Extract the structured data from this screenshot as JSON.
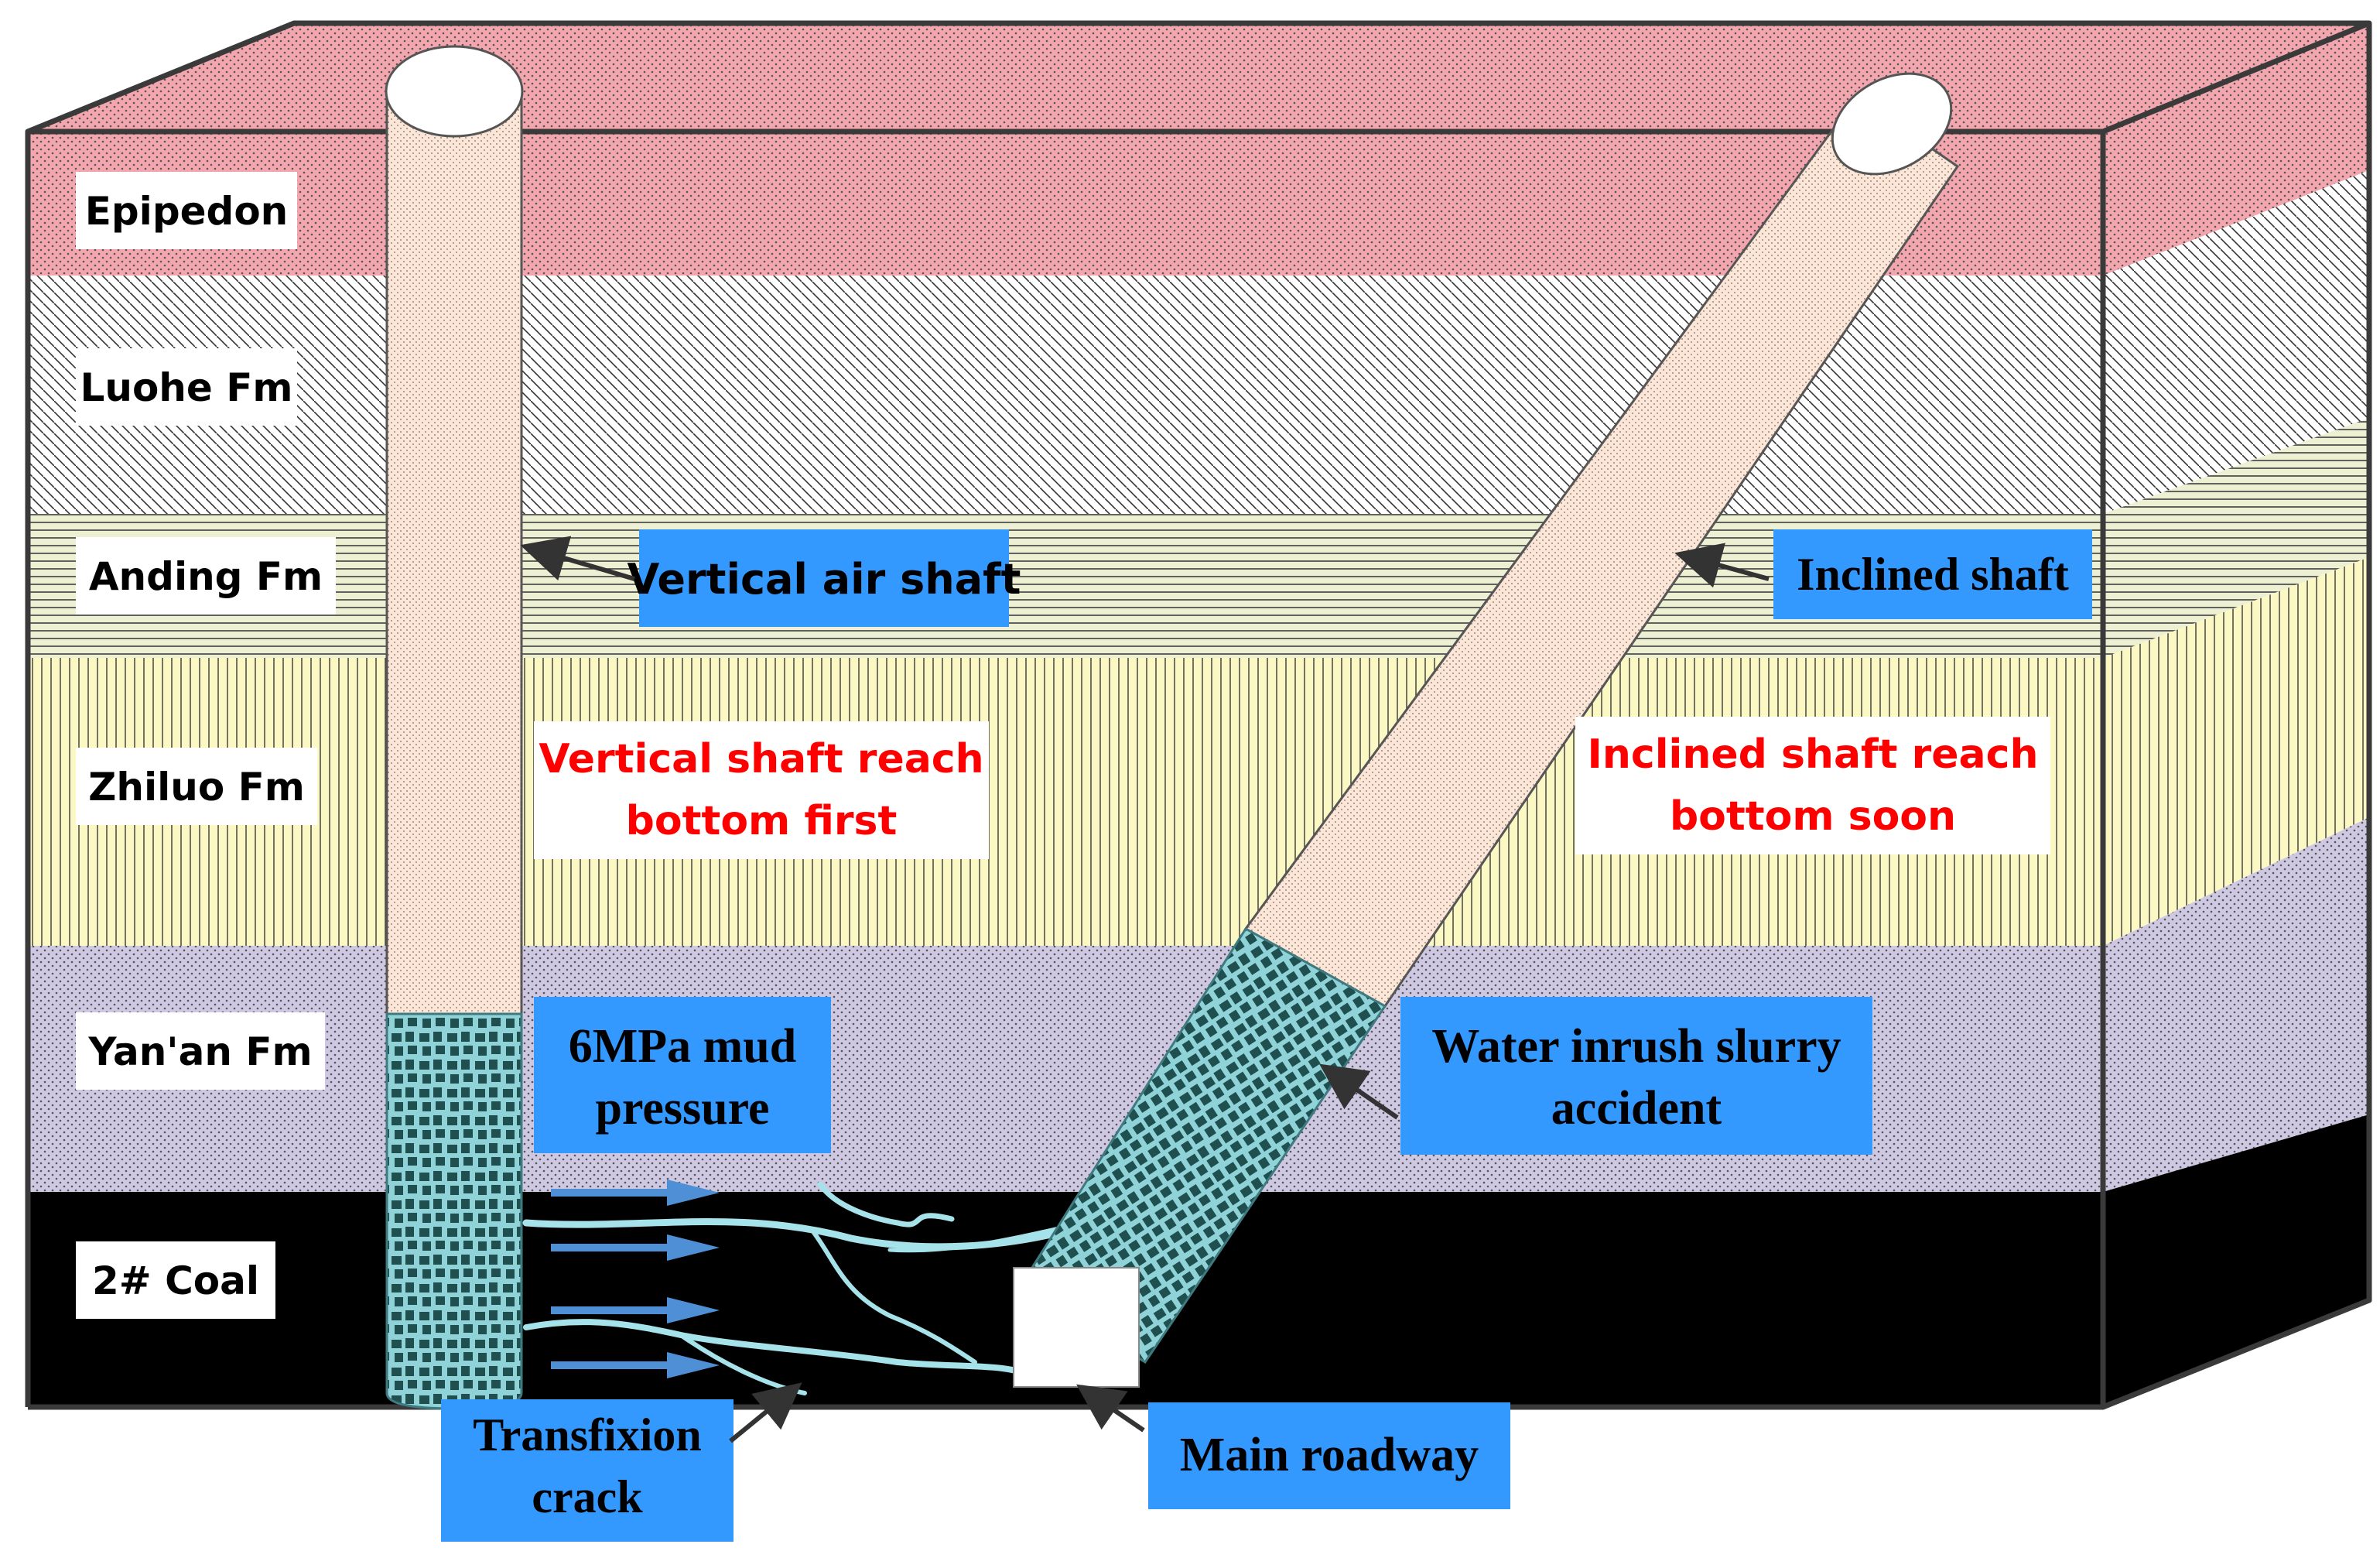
{
  "layers": [
    {
      "label": "Epipedon",
      "pattern": "dots",
      "color": "#f4a6ae"
    },
    {
      "label": "Luohe Fm",
      "pattern": "diagonal-hatch",
      "color": "#ffffff"
    },
    {
      "label": "Anding Fm",
      "pattern": "horizontal-lines",
      "color": "#eef0d4"
    },
    {
      "label": "Zhiluo Fm",
      "pattern": "vertical-lines",
      "color": "#fbf8c4"
    },
    {
      "label": "Yan'an Fm",
      "pattern": "dots",
      "color": "#cfc8e2"
    },
    {
      "label": "2# Coal",
      "pattern": "solid",
      "color": "#000000"
    }
  ],
  "callouts": {
    "vertical_air_shaft": "Vertical air shaft",
    "inclined_shaft": "Inclined shaft",
    "mud_pressure_line1": "6MPa mud",
    "mud_pressure_line2": "pressure",
    "water_inrush_line1": "Water inrush slurry",
    "water_inrush_line2": "accident",
    "transfixion_line1": "Transfixion",
    "transfixion_line2": "crack",
    "main_roadway": "Main roadway"
  },
  "notes": {
    "vertical_reach_line1": "Vertical shaft reach",
    "vertical_reach_line2": "bottom first",
    "inclined_reach_line1": "Inclined shaft reach",
    "inclined_reach_line2": "bottom soon"
  },
  "colors": {
    "callout_fill": "#3399ff",
    "note_text": "#ff0000",
    "shaft_fill": "#fbe6d7",
    "slurry_fill": "#8fd3d8",
    "slurry_block": "#1f4f4f",
    "crack": "#a6e2ea",
    "arrow_flow": "#4f8fd6"
  },
  "icons": {
    "flow_arrow": "right-arrow-icon",
    "pointer": "pointer-arrow-icon"
  }
}
